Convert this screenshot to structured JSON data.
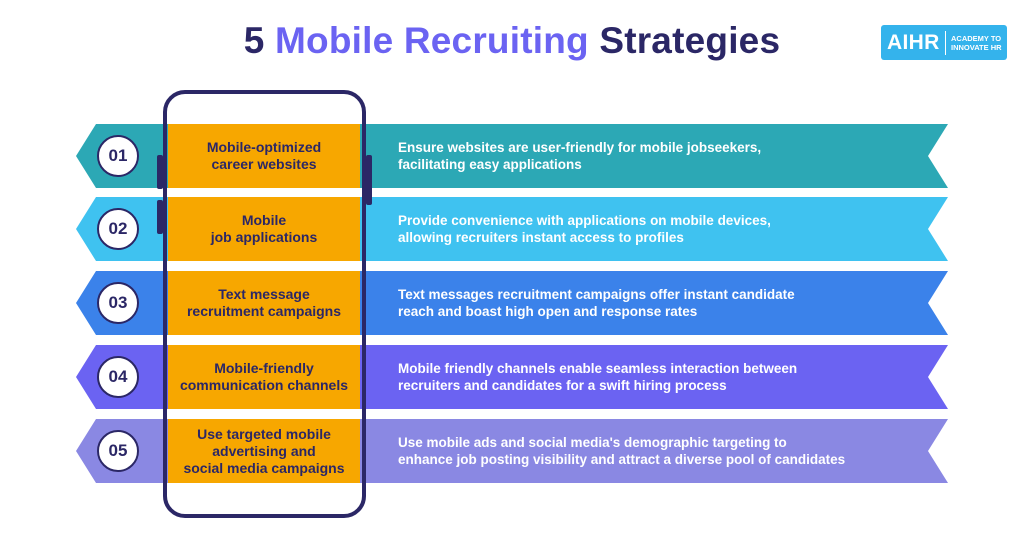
{
  "title": {
    "prefix": "5",
    "accent": "Mobile Recruiting",
    "suffix": "Strategies"
  },
  "logo": {
    "mark": "AIHR",
    "tagline": "ACADEMY TO\nINNOVATE HR",
    "color": "#34b3ec"
  },
  "strategies": [
    {
      "number": "01",
      "name": "Mobile-optimized\ncareer websites",
      "description": "Ensure websites are user-friendly for mobile jobseekers,\nfacilitating easy applications",
      "color": "#2ca8b5"
    },
    {
      "number": "02",
      "name": "Mobile\njob applications",
      "description": "Provide convenience with applications on mobile devices,\nallowing recruiters instant access to profiles",
      "color": "#3fc2f0"
    },
    {
      "number": "03",
      "name": "Text message\nrecruitment campaigns",
      "description": "Text messages recruitment campaigns offer instant candidate\nreach and boast high open and response rates",
      "color": "#3b82ea"
    },
    {
      "number": "04",
      "name": "Mobile-friendly\ncommunication channels",
      "description": "Mobile friendly channels enable seamless interaction between\nrecruiters and candidates for a swift hiring process",
      "color": "#6b63f2"
    },
    {
      "number": "05",
      "name": "Use targeted mobile\nadvertising and\nsocial media campaigns",
      "description": "Use mobile ads and social media's demographic targeting to\nenhance job posting visibility and attract a diverse pool of candidates",
      "color": "#8a88e3"
    }
  ],
  "colors": {
    "dark": "#2b2766",
    "strategy_box": "#f7a700"
  }
}
